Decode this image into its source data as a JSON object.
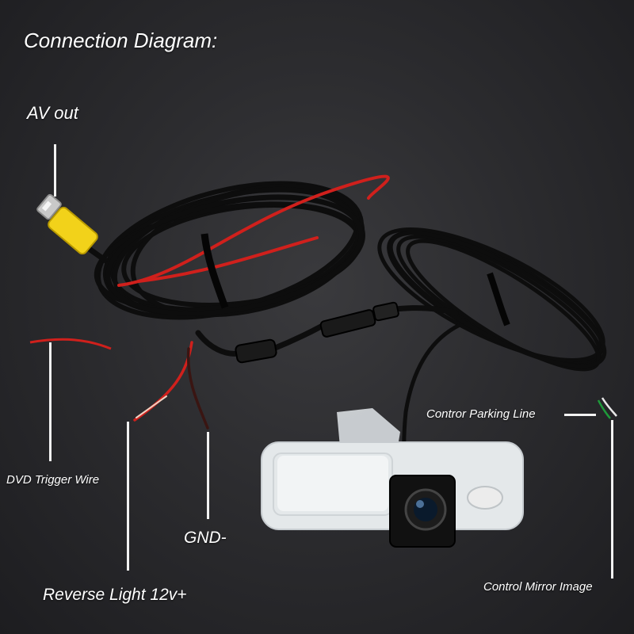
{
  "diagram": {
    "title": "Connection Diagram:",
    "labels": {
      "av_out": "AV out",
      "dvd_trigger": "DVD Trigger Wire",
      "gnd": "GND-",
      "reverse_light": "Reverse Light 12v+",
      "parking_line": "Contror Parking Line",
      "mirror_image": "Control Mirror Image"
    }
  },
  "colors": {
    "background": "#2c2c2f",
    "cable": "#111111",
    "red_wire": "#d0201c",
    "rca_connector": "#f2d21a",
    "label_text": "#ffffff",
    "camera_housing": "#e4e8ea"
  }
}
